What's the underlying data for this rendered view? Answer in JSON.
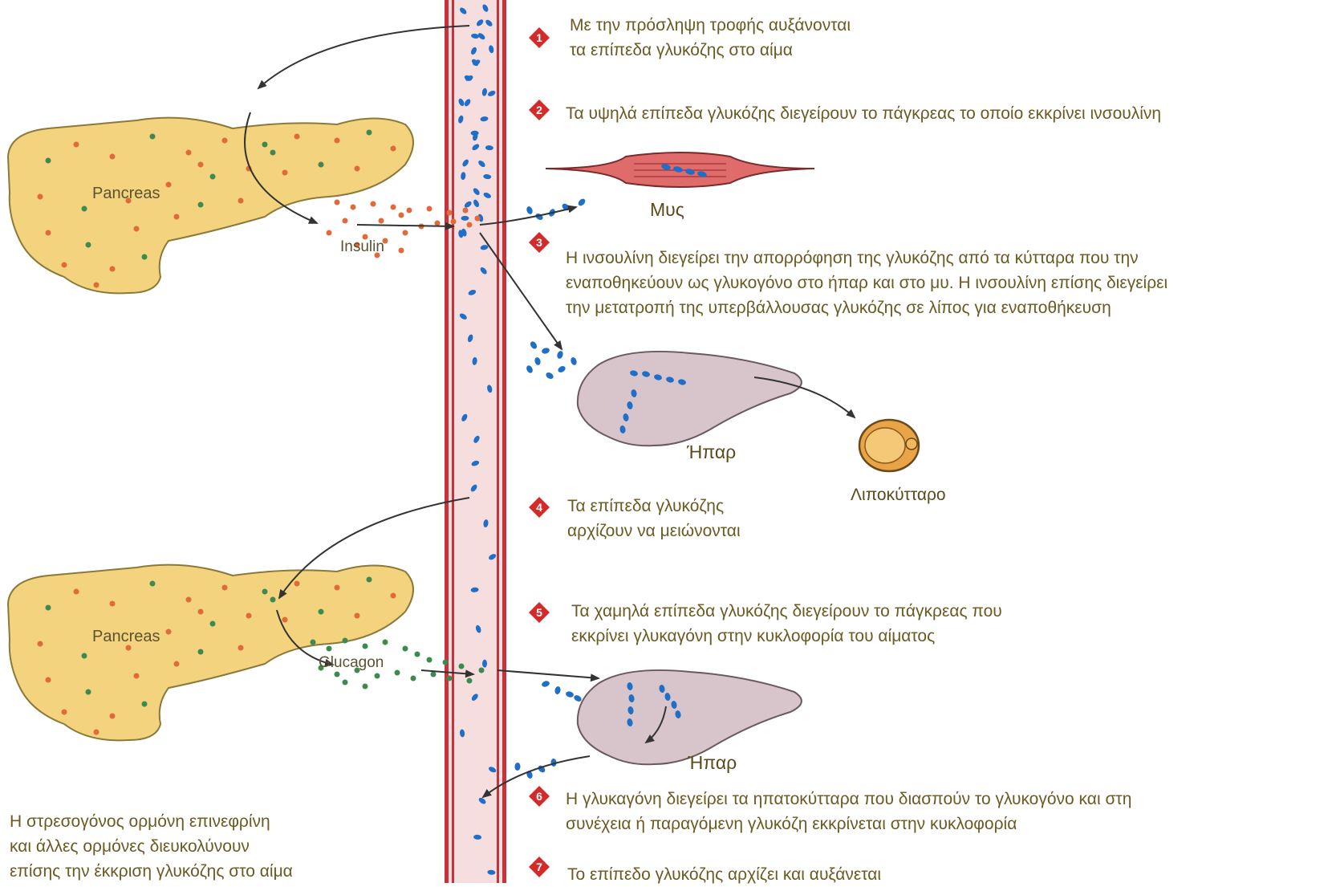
{
  "steps": [
    {
      "num": "1",
      "lines": [
        "Με την πρόσληψη τροφής αυξάνονται",
        "τα επίπεδα γλυκόζης στο αίμα"
      ]
    },
    {
      "num": "2",
      "lines": [
        "Τα υψηλά επίπεδα γλυκόζης διεγείρουν το πάγκρεας το οποίο εκκρίνει ινσουλίνη"
      ]
    },
    {
      "num": "3",
      "lines": [
        "Η ινσουλίνη διεγείρει την απορρόφηση της γλυκόζης από τα κύτταρα που την",
        "εναποθηκεύουν ως γλυκογόνο στο ήπαρ και στο μυ. Η ινσουλίνη επίσης διεγείρει",
        "την μετατροπή της υπερβάλλουσας γλυκόζης σε λίπος για εναποθήκευση"
      ]
    },
    {
      "num": "4",
      "lines": [
        "Τα επίπεδα γλυκόζης",
        "αρχίζουν να μειώνονται"
      ]
    },
    {
      "num": "5",
      "lines": [
        "Τα χαμηλά επίπεδα γλυκόζης διεγείρουν το πάγκρεας που",
        "εκκρίνει γλυκαγόνη στην κυκλοφορία του αίματος"
      ]
    },
    {
      "num": "6",
      "lines": [
        "Η γλυκαγόνη διεγείρει τα ηπατοκύτταρα που διασπούν το γλυκογόνο και στη",
        "συνέχεια ή παραγόμενη γλυκόζη εκκρίνεται στην κυκλοφορία"
      ]
    },
    {
      "num": "7",
      "lines": [
        "Το επίπεδο γλυκόζης αρχίζει και αυξάνεται"
      ]
    }
  ],
  "labels": {
    "pancreas_top": "Pancreas",
    "pancreas_bottom": "Pancreas",
    "insulin": "Insulin",
    "glucagon": "Glucagon",
    "muscle": "Μυς",
    "liver_top": "Ήπαρ",
    "liver_bottom": "Ήπαρ",
    "fat_cell": "Λιποκύτταρο"
  },
  "side_note": {
    "lines": [
      "Η στρεσογόνος ορμόνη επινεφρίνη",
      "και άλλες ορμόνες διευκολύνουν",
      "επίσης την έκκριση γλυκόζης στο αίμα"
    ]
  },
  "colors": {
    "text": "#6b5a22",
    "step_marker": "#d42a2a",
    "vessel_wall": "#c8323a",
    "vessel_fill": "#f6dede",
    "glucose": "#1f6fc8",
    "insulin": "#e06a3a",
    "glucagon": "#3d8a50",
    "pancreas": "#f3d37e",
    "liver": "#d7c5cb",
    "muscle": "#e06b6b",
    "fat_cell": "#e8a447"
  }
}
